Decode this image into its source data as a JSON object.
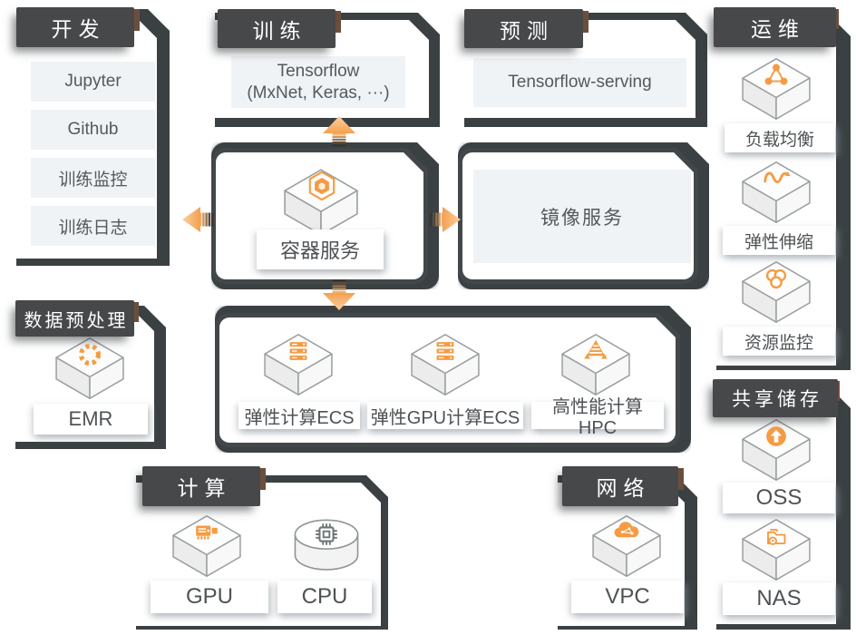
{
  "colors": {
    "accent_orange": "#f59b43",
    "dark": "#42484a",
    "backing": "#3b4143",
    "item_bg": "#f0f3f5",
    "label_text": "#4e5254"
  },
  "panels": {
    "dev": {
      "title": "开发",
      "items": [
        "Jupyter",
        "Github",
        "训练监控",
        "训练日志"
      ]
    },
    "train": {
      "title": "训练",
      "box_line1": "Tensorflow",
      "box_line2": "(MxNet, Keras, ···)"
    },
    "predict": {
      "title": "预测",
      "box": "Tensorflow-serving"
    },
    "ops": {
      "title": "运维",
      "items": [
        {
          "label": "负载均衡",
          "icon": "load-balancer-icon"
        },
        {
          "label": "弹性伸缩",
          "icon": "auto-scaling-icon"
        },
        {
          "label": "资源监控",
          "icon": "resource-monitor-icon"
        }
      ]
    },
    "container": {
      "label": "容器服务",
      "icon": "container-service-icon"
    },
    "mirror": {
      "box": "镜像服务"
    },
    "preprocess": {
      "title": "数据预处理",
      "items": [
        {
          "label": "EMR",
          "icon": "emr-icon"
        }
      ]
    },
    "ecs": {
      "items": [
        {
          "label": "弹性计算ECS",
          "icon": "ecs-server-icon"
        },
        {
          "label": "弹性GPU计算ECS",
          "icon": "gpu-ecs-server-icon"
        },
        {
          "label": "高性能计算 HPC",
          "icon": "hpc-icon"
        }
      ]
    },
    "compute": {
      "title": "计算",
      "items": [
        {
          "label": "GPU",
          "icon": "gpu-card-icon"
        },
        {
          "label": "CPU",
          "icon": "cpu-chip-icon"
        }
      ]
    },
    "network": {
      "title": "网络",
      "items": [
        {
          "label": "VPC",
          "icon": "vpc-cloud-icon"
        }
      ]
    },
    "storage": {
      "title": "共享储存",
      "items": [
        {
          "label": "OSS",
          "icon": "oss-cloud-icon"
        },
        {
          "label": "NAS",
          "icon": "nas-folder-icon"
        }
      ]
    }
  },
  "arrows": [
    {
      "name": "arrow-up-icon",
      "from": "容器服务",
      "to": "训练"
    },
    {
      "name": "arrow-left-icon",
      "from": "容器服务",
      "to": "开发"
    },
    {
      "name": "arrow-right-icon",
      "from": "容器服务",
      "to": "镜像服务"
    },
    {
      "name": "arrow-down-icon",
      "from": "容器服务",
      "to": "弹性计算"
    }
  ]
}
